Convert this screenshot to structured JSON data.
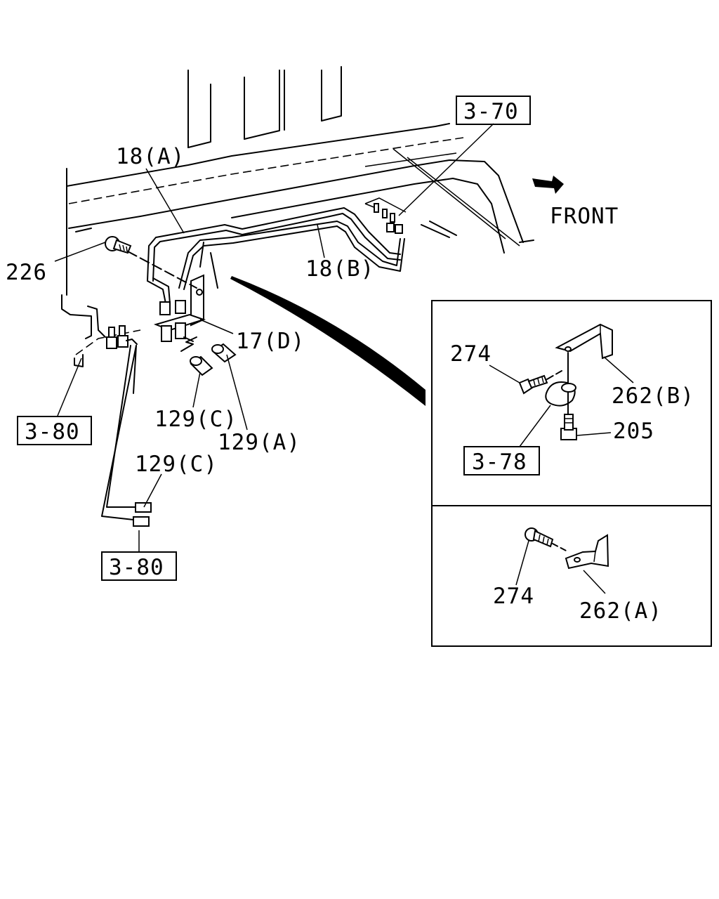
{
  "direction_label": "FRONT",
  "callouts": {
    "ref_3_70": "3-70",
    "ref_3_80_upper": "3-80",
    "ref_3_80_lower": "3-80",
    "ref_3_78": "3-78",
    "part_18a": "18(A)",
    "part_18b": "18(B)",
    "part_226": "226",
    "part_17d": "17(D)",
    "part_129c_upper": "129(C)",
    "part_129a": "129(A)",
    "part_129c_lower": "129(C)",
    "part_274_upper": "274",
    "part_262b": "262(B)",
    "part_205": "205",
    "part_274_lower": "274",
    "part_262a": "262(A)"
  },
  "icons": {
    "direction": "front-arrow-icon"
  }
}
